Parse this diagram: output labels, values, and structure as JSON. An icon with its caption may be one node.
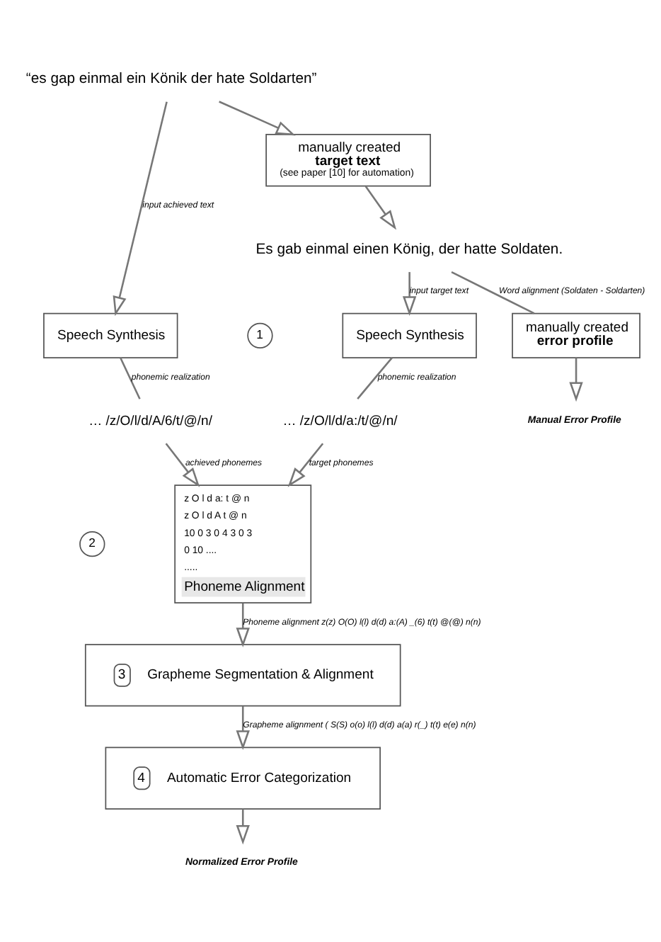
{
  "diagram": {
    "nodes": [
      {
        "text": [
          "“es gap einmal ein Könik der hate Soldarten”"
        ]
      },
      {
        "text": [
          "manually created",
          "target text",
          "(see paper [10] for automation)"
        ]
      },
      {
        "text": [
          "Es gab einmal einen König, der hatte Soldaten."
        ]
      },
      {
        "text": [
          "Speech Synthesis"
        ]
      },
      {
        "text": [
          "Speech Synthesis"
        ]
      },
      {
        "text": [
          "… /z/O/l/d/A/6/t/@/n/"
        ]
      },
      {
        "text": [
          "… /z/O/l/d/a:/t/@/n/"
        ]
      },
      {
        "text": [
          "z O l d a: t @ n",
          "z O l d A t @ n",
          "10 0 3 0 4 3 0 3",
          "0 10 ....",
          ".....",
          "Phoneme Alignment"
        ]
      },
      {
        "text": [
          "3",
          "Grapheme Segmentation & Alignment"
        ]
      },
      {
        "text": [
          "4",
          "Automatic Error Categorization"
        ]
      },
      {
        "text": [
          "Normalized Error Profile"
        ]
      },
      {
        "text": [
          "manually created",
          "error profile"
        ]
      },
      {
        "text": [
          "Manual Error Profile"
        ]
      }
    ],
    "edges": [
      {
        "from": 0,
        "to": 3,
        "arrow": "to",
        "label": "input achieved text"
      },
      {
        "from": 0,
        "to": 1,
        "arrow": "to"
      },
      {
        "from": 1,
        "to": 2,
        "arrow": "to"
      },
      {
        "from": 2,
        "to": 4,
        "arrow": "to",
        "label": "input target text"
      },
      {
        "from": 2,
        "to": 11,
        "arrow": "none",
        "label": "Word alignment (Soldaten - Soldarten)"
      },
      {
        "from": 3,
        "to": 5,
        "arrow": "none",
        "label": "phonemic realization"
      },
      {
        "from": 4,
        "to": 6,
        "arrow": "none",
        "label": "phonemic realization"
      },
      {
        "from": 5,
        "to": 7,
        "arrow": "to",
        "label": "achieved phonemes"
      },
      {
        "from": 6,
        "to": 7,
        "arrow": "to",
        "label": "target phonemes"
      },
      {
        "from": 7,
        "to": 8,
        "arrow": "to",
        "label": "Phoneme alignment z(z) O(O) l(l) d(d) a:(A) _(6) t(t) @(@) n(n)"
      },
      {
        "from": 8,
        "to": 9,
        "arrow": "to",
        "label": "Grapheme alignment ( S(S) o(o) l(l) d(d) a(a) r(_) t(t) e(e) n(n)"
      },
      {
        "from": 9,
        "to": 10,
        "arrow": "to"
      },
      {
        "from": 11,
        "to": 12,
        "arrow": "to"
      }
    ],
    "labels": [
      "1",
      "2"
    ]
  }
}
